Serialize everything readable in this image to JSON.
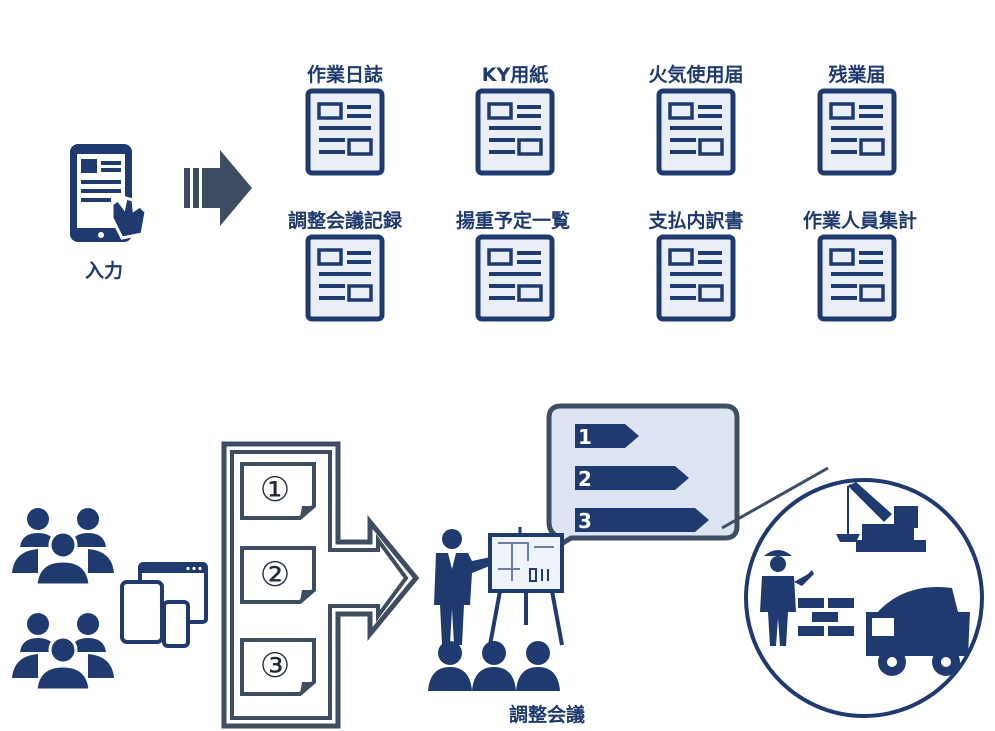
{
  "colors": {
    "navy": "#1f3a6e",
    "doc_fill": "#e9eef7",
    "bubble_fill": "#dce4f1",
    "bubble_border": "#3d4d63",
    "arrow": "#3f4d62"
  },
  "input": {
    "label": "入力",
    "icon": "smartphone-tap-icon"
  },
  "forms": [
    {
      "label": "作業日誌"
    },
    {
      "label": "KY用紙"
    },
    {
      "label": "火気使用届"
    },
    {
      "label": "残業届"
    },
    {
      "label": "調整会議記録"
    },
    {
      "label": "揚重予定一覧"
    },
    {
      "label": "支払内訳書"
    },
    {
      "label": "作業人員集計"
    }
  ],
  "steps": [
    "①",
    "②",
    "③"
  ],
  "priority_markers": [
    "1",
    "2",
    "3"
  ],
  "meeting": {
    "label": "調整会議"
  }
}
